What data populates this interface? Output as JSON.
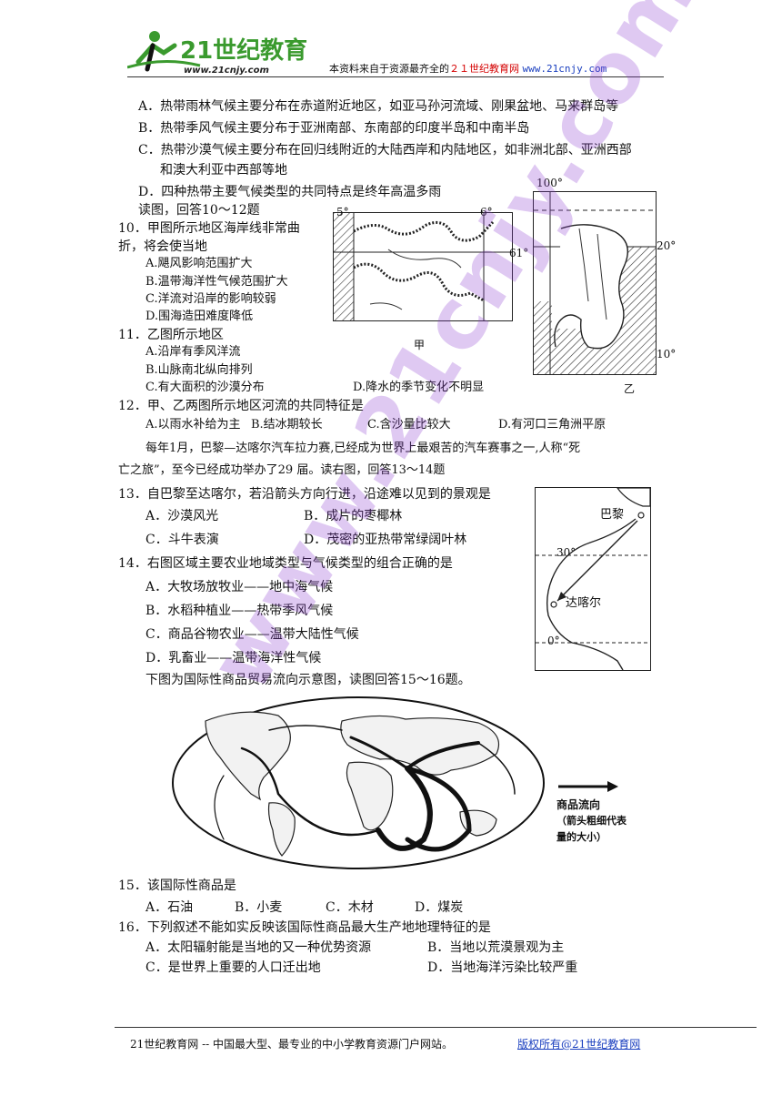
{
  "header": {
    "logo_text": "21世纪教育",
    "logo_url": "www.21cnjy.com",
    "text_prefix": "本资料来自于资源最齐全的",
    "text_site": "２１世纪教育网",
    "text_url": "www.21cnjy.com"
  },
  "q9_options": [
    "A．热带雨林气候主要分布在赤道附近地区，如亚马孙河流域、刚果盆地、马来群岛等",
    "B．热带季风气候主要分布于亚洲南部、东南部的印度半岛和中南半岛",
    "C．热带沙漠气候主要分布在回归线附近的大陆西岸和内陆地区，如非洲北部、亚洲西部",
    "和澳大利亚中西部等地",
    "D．四种热带主要气候类型的共同特点是终年高温多雨"
  ],
  "intro_10_12": "读图，回答10～12题",
  "q10": {
    "stem_1": "10．甲图所示地区海岸线非常曲",
    "stem_2": "折，将会使当地",
    "options": [
      "A.飓风影响范围扩大",
      "B.温带海洋性气候范围扩大",
      "C.洋流对沿岸的影响较弱",
      "D.围海造田难度降低"
    ]
  },
  "q11": {
    "stem": "11．乙图所示地区",
    "options": [
      "A.沿岸有季风洋流",
      "B.山脉南北纵向排列",
      "C.有大面积的沙漠分布",
      "D.降水的季节变化不明显"
    ]
  },
  "q12": {
    "stem": "12．甲、乙两图所示地区河流的共同特征是",
    "options": [
      "A.以雨水补给为主",
      "B.结冰期较长",
      "C.含沙量比较大",
      "D.有河口三角洲平原"
    ]
  },
  "map_jia": {
    "caption": "甲",
    "lon_left": "5°",
    "lon_right": "6°",
    "lat": "61°"
  },
  "map_yi": {
    "caption": "乙",
    "lon": "100°",
    "lat_top": "20°",
    "lat_bottom": "10°"
  },
  "intro_13_14": {
    "line1": "每年1月，巴黎—达喀尔汽车拉力赛,已经成为世界上最艰苦的汽车赛事之一,人称“死",
    "line2": "亡之旅”，至今已经成功举办了29 届。读右图，回答13～14题"
  },
  "q13": {
    "stem": "13．自巴黎至达喀尔，若沿箭头方向行进，沿途难以见到的景观是",
    "options": [
      "A．沙漠风光",
      "B．成片的枣椰林",
      "C．斗牛表演",
      "D．茂密的亚热带常绿阔叶林"
    ]
  },
  "q14": {
    "stem": "14．右图区域主要农业地域类型与气候类型的组合正确的是",
    "options": [
      "A．大牧场放牧业——地中海气候",
      "B．水稻种植业——热带季风气候",
      "C．商品谷物农业——温带大陆性气候",
      "D．乳畜业——温带海洋性气候"
    ]
  },
  "map_rally": {
    "paris": "巴黎",
    "dakar": "达喀尔",
    "lat30": "30°",
    "lat0": "0°"
  },
  "intro_15_16": "下图为国际性商品贸易流向示意图，读图回答15～16题。",
  "world_legend": {
    "title": "商品流向",
    "note_1": "（箭头粗细代表",
    "note_2": "量的大小）"
  },
  "q15": {
    "stem": "15．该国际性商品是",
    "options": [
      "A．石油",
      "B．小麦",
      "C．木材",
      "D．煤炭"
    ]
  },
  "q16": {
    "stem": "16．下列叙述不能如实反映该国际性商品最大生产地地理特征的是",
    "options": [
      "A．太阳辐射能是当地的又一种优势资源",
      "B．当地以荒漠景观为主",
      "C．是世界上重要的人口迁出地",
      "D．当地海洋污染比较严重"
    ]
  },
  "watermark": "www.21cnjy.com",
  "footer": {
    "left": "21世纪教育网 -- 中国最大型、最专业的中小学教育资源门户网站。",
    "right": "版权所有@21世纪教育网"
  },
  "colors": {
    "watermark": "#8c3cd2",
    "link": "#1a3fbf",
    "red": "#d40000"
  }
}
